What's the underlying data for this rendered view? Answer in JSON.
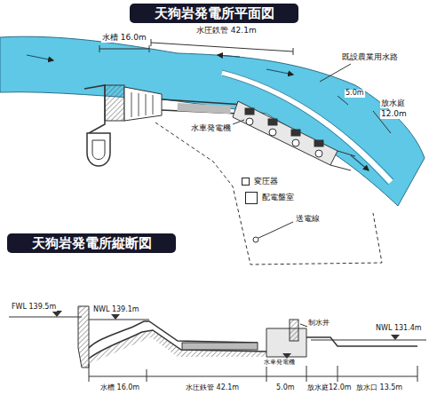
{
  "diagram": {
    "nodes": [
      {
        "text": [
          "天狗岩発電所平面図"
        ]
      },
      {
        "text": [
          "天狗岩発電所縦断図"
        ]
      },
      {
        "text": [
          "変圧器"
        ]
      },
      {
        "text": [
          "配電盤室"
        ]
      }
    ],
    "labels": [
      "水槽 16.0m",
      "水圧鉄管 42.1m",
      "既設農業用水路",
      "5.0m",
      "放水庭",
      "12.0m",
      "水車発電機",
      "送電線",
      "FWL 139.5m",
      "NWL 139.1m",
      "制水井",
      "NWL 131.4m",
      "水槽 16.0m",
      "水圧鉄管 42.1m",
      "水車発電機",
      "5.0m",
      "放水庭12.0m",
      "放水口 13.5m"
    ]
  }
}
